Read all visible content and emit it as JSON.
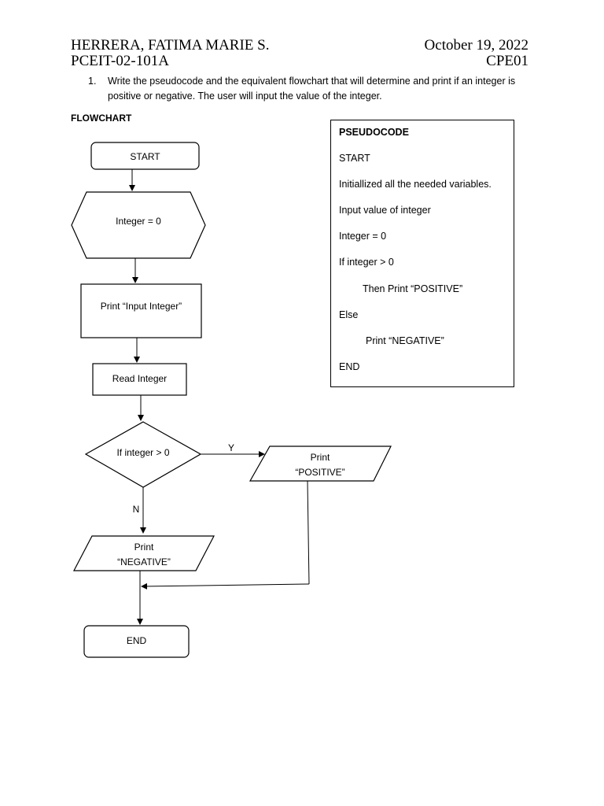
{
  "header": {
    "name": "HERRERA, FATIMA MARIE S.",
    "section": "PCEIT-02-101A",
    "date": "October 19, 2022",
    "course": "CPE01"
  },
  "question": {
    "number": "1.",
    "text": "Write the pseudocode and the equivalent flowchart that will determine and print if an integer is positive or negative. The user will input the value of the integer."
  },
  "flowchart": {
    "label": "FLOWCHART",
    "start": "START",
    "init": "Integer = 0",
    "prompt": "Print “Input Integer”",
    "read": "Read Integer",
    "decision": "If integer > 0",
    "yes_label": "Y",
    "no_label": "N",
    "positive_line1": "Print",
    "positive_line2": "“POSITIVE”",
    "negative_line1": "Print",
    "negative_line2": "“NEGATIVE”",
    "end": "END"
  },
  "pseudocode": {
    "title": "PSEUDOCODE",
    "lines": [
      "START",
      "Initiallized all the needed variables.",
      "Input value of integer",
      "Integer = 0",
      "If integer > 0",
      "Then Print “POSITIVE”",
      "Else",
      "Print “NEGATIVE”",
      "END"
    ]
  }
}
